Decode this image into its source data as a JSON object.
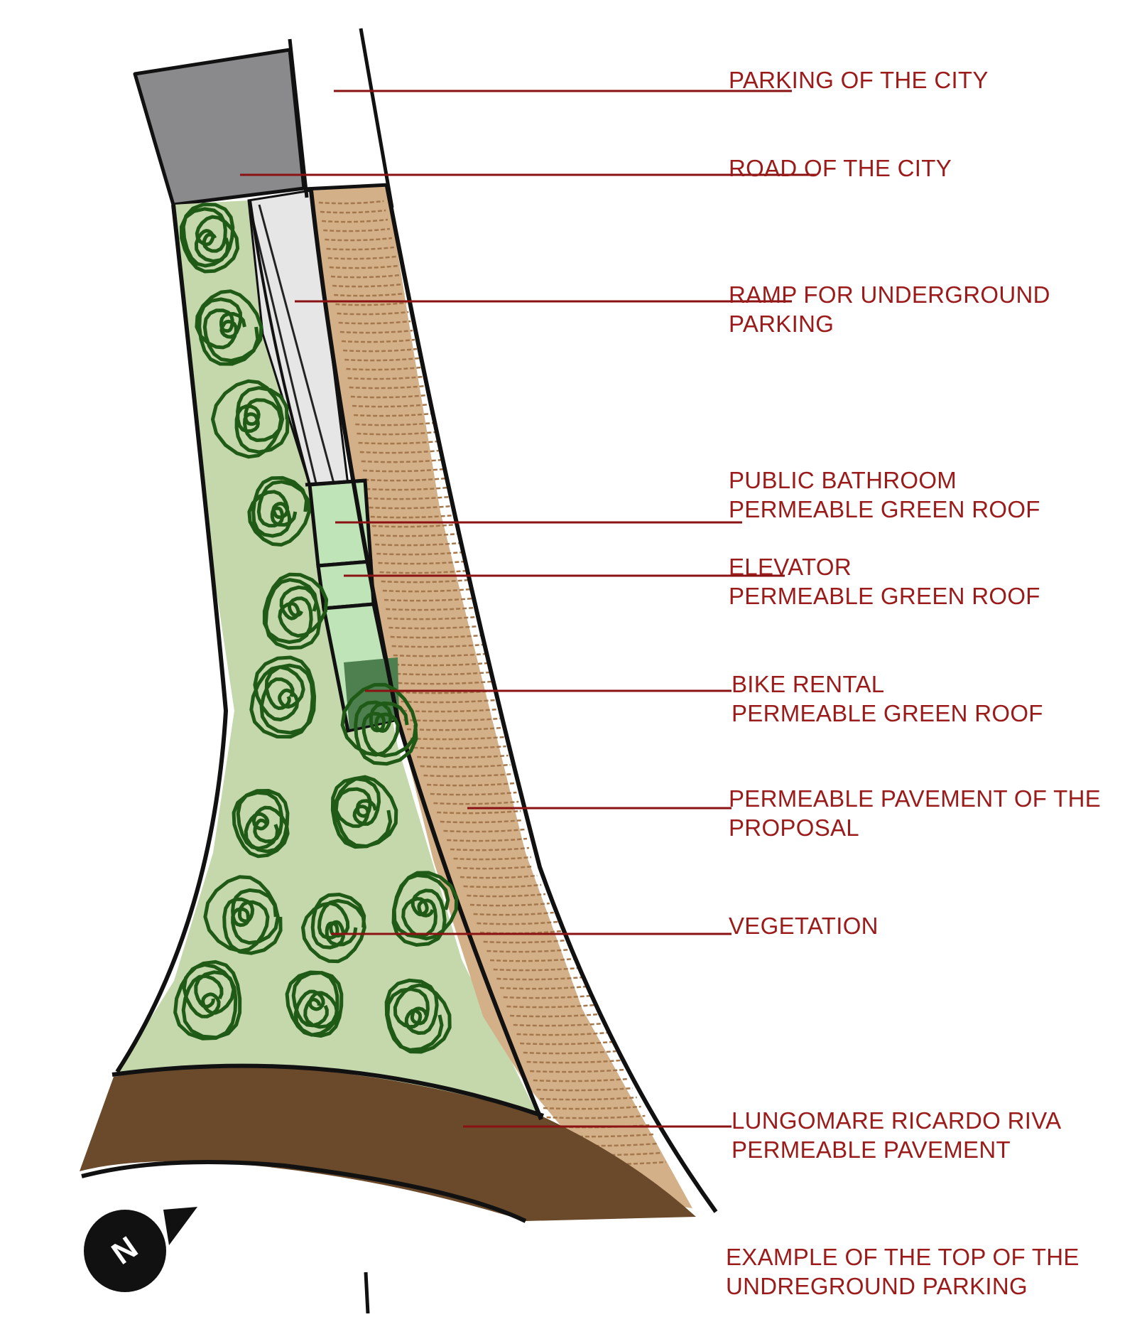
{
  "labels": {
    "parking_city": [
      "PARKING OF THE CITY"
    ],
    "road_city": [
      "ROAD OF THE CITY"
    ],
    "ramp": [
      "RAMP FOR UNDERGROUND",
      "PARKING"
    ],
    "bathroom": [
      "PUBLIC BATHROOM",
      "PERMEABLE GREEN ROOF"
    ],
    "elevator": [
      "ELEVATOR",
      "PERMEABLE GREEN ROOF"
    ],
    "bike": [
      "BIKE RENTAL",
      "PERMEABLE GREEN ROOF"
    ],
    "pavement": [
      "PERMEABLE PAVEMENT OF THE",
      "PROPOSAL"
    ],
    "vegetation": [
      "VEGETATION"
    ],
    "lungomare": [
      "LUNGOMARE RICARDO RIVA",
      "PERMEABLE PAVEMENT"
    ],
    "example": [
      "EXAMPLE OF THE TOP OF THE",
      "UNDREGROUND PARKING"
    ]
  },
  "compass": {
    "letter": "N"
  },
  "colors": {
    "label_text": "#9b1b1b",
    "leader_line": "#8b1212",
    "city_parking": "#8a8a8d",
    "ramp": "#e6e6e6",
    "vegetation_area": "#c4d8ac",
    "tree_scribble": "#1f5a16",
    "green_roof": "#bfe4b8",
    "bike_roof": "#4d7f4f",
    "permeable_pavement": "#d3b088",
    "pavement_hatch": "#a5774c",
    "lungomare": "#6a4a2a",
    "outline": "#111111"
  }
}
